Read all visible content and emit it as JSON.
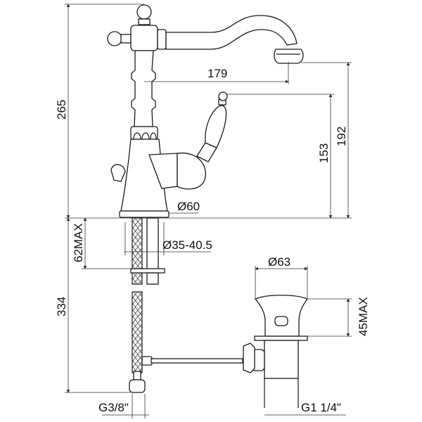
{
  "drawing": {
    "title": "Faucet technical dimension drawing",
    "dimensions": {
      "total_height": "265",
      "spout_reach": "179",
      "spout_height": "192",
      "handle_height": "153",
      "base_diameter": "Ø60",
      "hole_diameter": "Ø35-40.5",
      "deck_thickness": "62MAX",
      "hose_length": "334",
      "hose_thread": "G3/8\"",
      "drain_diameter": "Ø63",
      "drain_max": "45MAX",
      "drain_thread": "G1 1/4\""
    }
  }
}
